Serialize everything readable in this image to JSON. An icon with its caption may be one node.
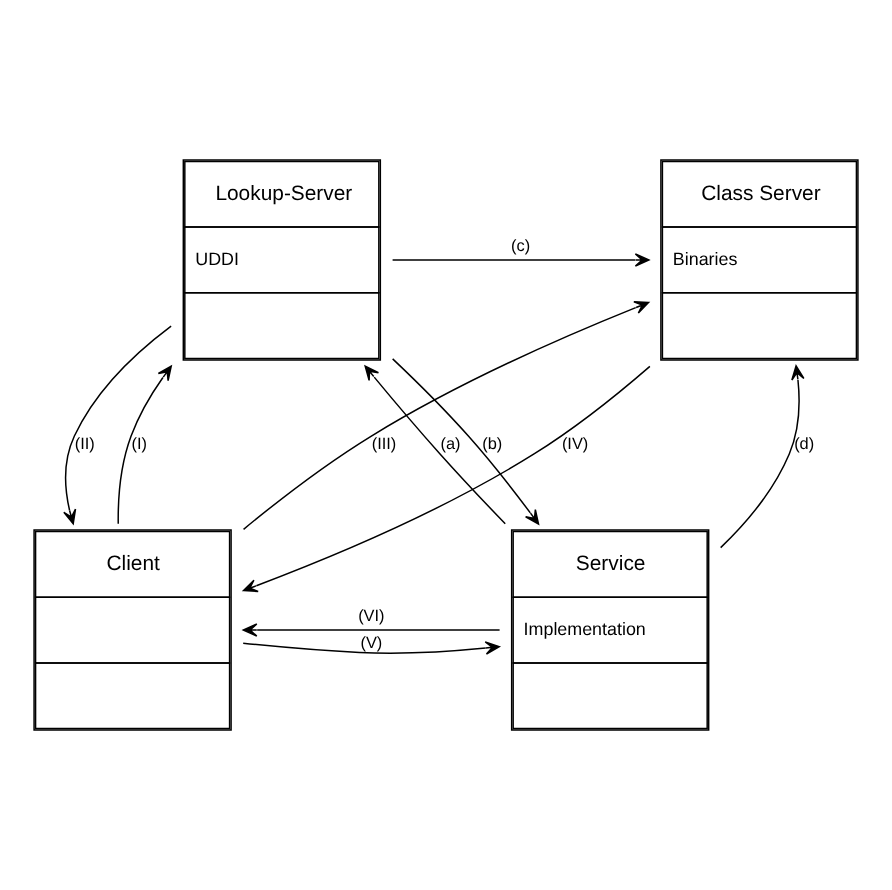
{
  "diagram": {
    "nodes": [
      {
        "text": [
          "Class Server",
          "Binaries"
        ]
      },
      {
        "text": [
          "Lookup-Server",
          "UDDI"
        ]
      },
      {
        "text": [
          "Client"
        ]
      },
      {
        "text": [
          "Service",
          "Implementation"
        ]
      }
    ],
    "edges": [
      {
        "from": 1,
        "to": 0,
        "arrow": "to",
        "label": "(c)"
      },
      {
        "from": 3,
        "to": 0,
        "arrow": "to",
        "label": "(d)"
      },
      {
        "from": 0,
        "to": 2,
        "arrow": "to",
        "label": "(IV)"
      },
      {
        "from": 2,
        "to": 0,
        "arrow": "to",
        "label": "(III)"
      },
      {
        "from": 2,
        "to": 1,
        "arrow": "to",
        "label": "(I)"
      },
      {
        "from": 1,
        "to": 2,
        "arrow": "to",
        "label": "(II)"
      },
      {
        "from": 1,
        "to": 3,
        "arrow": "to",
        "label": "(b)"
      },
      {
        "from": 3,
        "to": 1,
        "arrow": "to",
        "label": "(a)"
      },
      {
        "from": 2,
        "to": 3,
        "arrow": "to",
        "label": "(V)"
      },
      {
        "from": 3,
        "to": 2,
        "arrow": "to",
        "label": "(VI)"
      }
    ]
  }
}
